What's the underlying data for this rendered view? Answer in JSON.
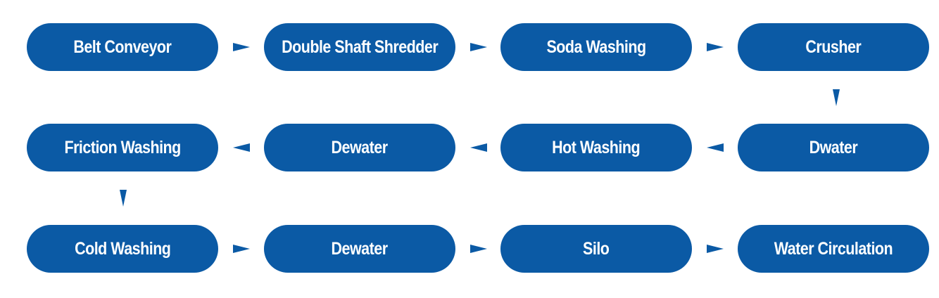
{
  "diagram": {
    "accent_color": "#0b5aa5",
    "text_color": "#ffffff",
    "arrow_icon": "triangle-arrow-icon",
    "steps": [
      {
        "label": "Belt Conveyor"
      },
      {
        "label": "Double Shaft Shredder"
      },
      {
        "label": "Soda Washing"
      },
      {
        "label": "Crusher"
      },
      {
        "label": "Dwater"
      },
      {
        "label": "Hot Washing"
      },
      {
        "label": "Dewater"
      },
      {
        "label": "Friction Washing"
      },
      {
        "label": "Cold Washing"
      },
      {
        "label": "Dewater"
      },
      {
        "label": "Silo"
      },
      {
        "label": "Water Circulation"
      }
    ]
  }
}
